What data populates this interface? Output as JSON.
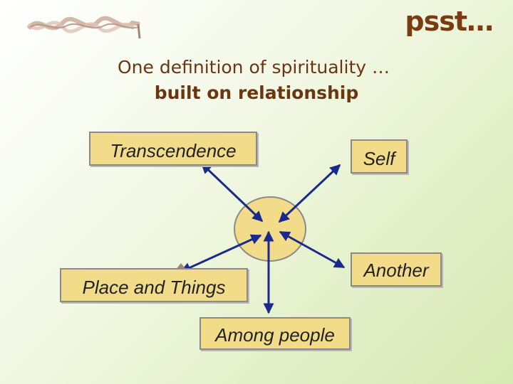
{
  "header": {
    "corner_text": "psst…",
    "subtitle": "One definition of spirituality …",
    "title": "built on relationship"
  },
  "diagram": {
    "center": "",
    "nodes": {
      "transcendence": "Transcendence",
      "self": "Self",
      "place_and_things": "Place and Things",
      "another": "Another",
      "among_people": "Among people"
    }
  },
  "colors": {
    "box_fill": "#f2dc8a",
    "arrow": "#1a2a8c",
    "title_text": "#6b3510"
  }
}
